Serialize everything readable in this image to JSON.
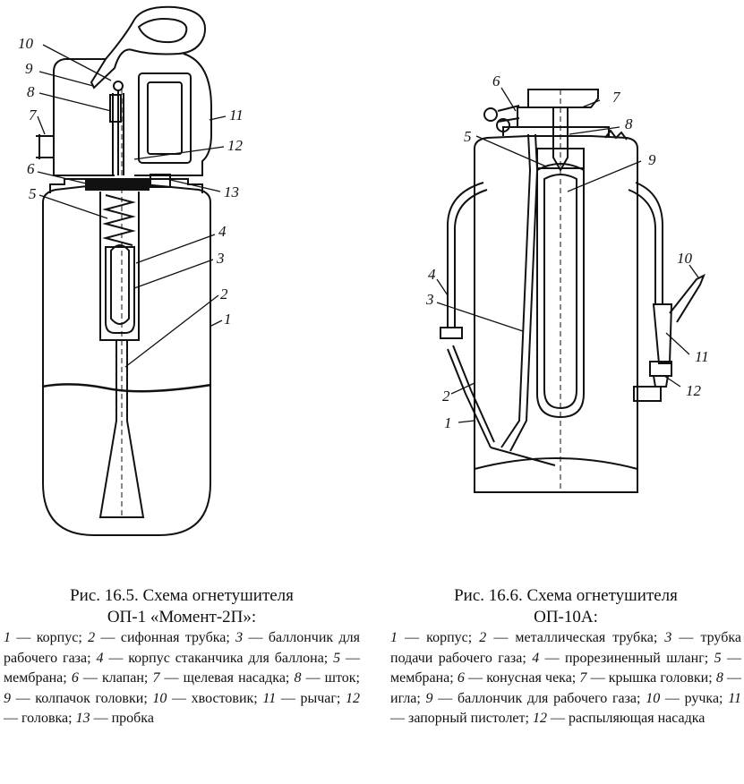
{
  "figure_left": {
    "caption_title_line1": "Рис. 16.5. Схема огнетушителя",
    "caption_title_line2": "ОП-1 «Момент-2П»:",
    "callouts": [
      "10",
      "9",
      "8",
      "7",
      "6",
      "5",
      "11",
      "12",
      "13",
      "4",
      "3",
      "2",
      "1"
    ],
    "legend": [
      {
        "n": "1",
        "t": "корпус"
      },
      {
        "n": "2",
        "t": "сифонная трубка"
      },
      {
        "n": "3",
        "t": "баллончик для рабочего газа"
      },
      {
        "n": "4",
        "t": "корпус стаканчика для баллона"
      },
      {
        "n": "5",
        "t": "мембрана"
      },
      {
        "n": "6",
        "t": "клапан"
      },
      {
        "n": "7",
        "t": "щелевая насадка"
      },
      {
        "n": "8",
        "t": "шток"
      },
      {
        "n": "9",
        "t": "колпачок головки"
      },
      {
        "n": "10",
        "t": "хвостовик"
      },
      {
        "n": "11",
        "t": "рычаг"
      },
      {
        "n": "12",
        "t": "головка"
      },
      {
        "n": "13",
        "t": "пробка"
      }
    ]
  },
  "figure_right": {
    "caption_title_line1": "Рис. 16.6. Схема огнетушителя",
    "caption_title_line2": "ОП-10А:",
    "callouts": [
      "6",
      "7",
      "8",
      "5",
      "9",
      "4",
      "3",
      "10",
      "11",
      "2",
      "12",
      "1"
    ],
    "legend": [
      {
        "n": "1",
        "t": "корпус"
      },
      {
        "n": "2",
        "t": "металлическая трубка"
      },
      {
        "n": "3",
        "t": "трубка подачи рабочего газа"
      },
      {
        "n": "4",
        "t": "прорезиненный шланг"
      },
      {
        "n": "5",
        "t": "мембрана"
      },
      {
        "n": "6",
        "t": "конусная чека"
      },
      {
        "n": "7",
        "t": "крышка головки"
      },
      {
        "n": "8",
        "t": "игла"
      },
      {
        "n": "9",
        "t": "баллончик для рабочего газа"
      },
      {
        "n": "10",
        "t": "ручка"
      },
      {
        "n": "11",
        "t": "запорный пистолет"
      },
      {
        "n": "12",
        "t": "распыляющая насадка"
      }
    ]
  }
}
